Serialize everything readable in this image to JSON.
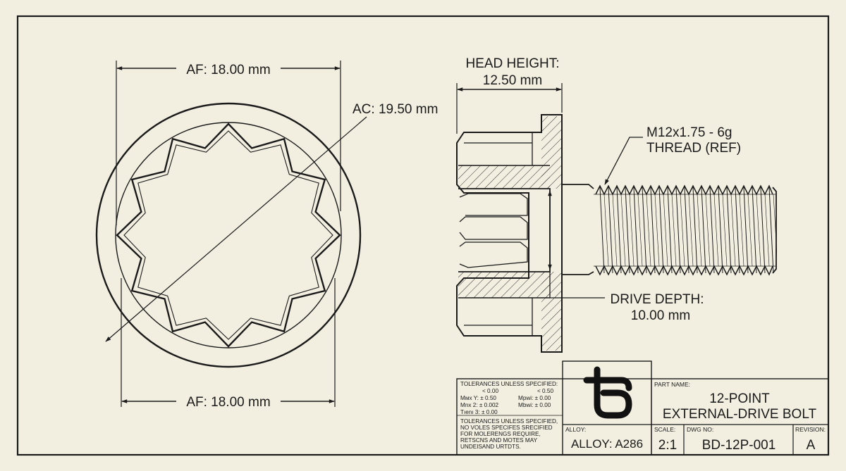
{
  "dimensions": {
    "af_top": "AF: 18.00 mm",
    "af_bottom": "AF: 18.00 mm",
    "ac": "AC: 19.50 mm",
    "head_height_label": "HEAD HEIGHT:",
    "head_height_value": "12.50 mm",
    "thread_line1": "M12x1.75 - 6g",
    "thread_line2": "THREAD (REF)",
    "drive_depth_label": "DRIVE DEPTH:",
    "drive_depth_value": "10.00 mm"
  },
  "title_block": {
    "tolerances_header": "TOLERANCES UNLESS SPECIFIED:",
    "tol_row1_left": "< 0.00",
    "tol_row1_right": "< 0.50",
    "tol_row2_left": "Mмx Y: ± 0.50",
    "tol_row2_right": "Mpwi: ± 0.00",
    "tol_row3_left": "Mnx 2: ± 0.002",
    "tol_row3_right": "Mbwi: ± 0.00",
    "tol_row4_left": "Tıenı 3: ± 0.00",
    "notes": [
      "TOLERANCES UNLESS SPECIFIED,",
      "NO VOLES SPECIFES SRECIFIED",
      "FOR MOLERENGS REQUIRE,",
      "RETSCNS AND MOTES MAY",
      "UNDEISAND URTDTS."
    ],
    "alloy_caption": "ALLOY:",
    "alloy_value": "ALLOY: A286",
    "part_name_caption": "PART NAME:",
    "part_name_line1": "12-POINT",
    "part_name_line2": "EXTERNAL-DRIVE BOLT",
    "scale_caption": "SCALE:",
    "scale_value": "2:1",
    "dwg_caption": "DWG NO:",
    "dwg_value": "BD-12P-001",
    "revision_caption": "REVISION:",
    "revision_value": "A"
  }
}
